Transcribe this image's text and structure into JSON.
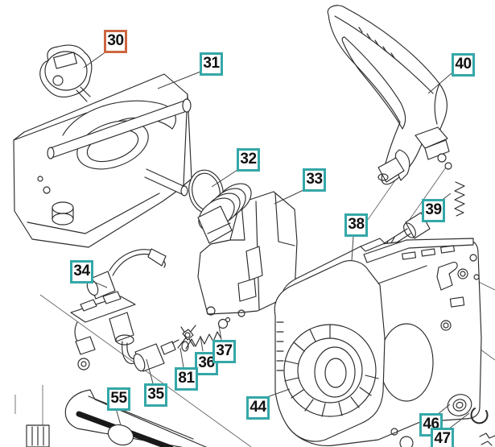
{
  "diagram": {
    "background": "#ffffff",
    "colors": {
      "label_border": "#35a7a8",
      "highlight_border": "#cd6742",
      "label_text": "#111111",
      "line_art": "#2b2b2b"
    },
    "labels": [
      {
        "text": "30",
        "highlighted": true
      },
      {
        "text": "31",
        "highlighted": false
      },
      {
        "text": "32",
        "highlighted": false
      },
      {
        "text": "33",
        "highlighted": false
      },
      {
        "text": "34",
        "highlighted": false
      },
      {
        "text": "35",
        "highlighted": false
      },
      {
        "text": "36",
        "highlighted": false
      },
      {
        "text": "37",
        "highlighted": false
      },
      {
        "text": "38",
        "highlighted": false
      },
      {
        "text": "39",
        "highlighted": false
      },
      {
        "text": "40",
        "highlighted": false
      },
      {
        "text": "44",
        "highlighted": false
      },
      {
        "text": "46",
        "highlighted": false
      },
      {
        "text": "47",
        "highlighted": false
      },
      {
        "text": "55",
        "highlighted": false
      },
      {
        "text": "81",
        "highlighted": false
      }
    ]
  }
}
